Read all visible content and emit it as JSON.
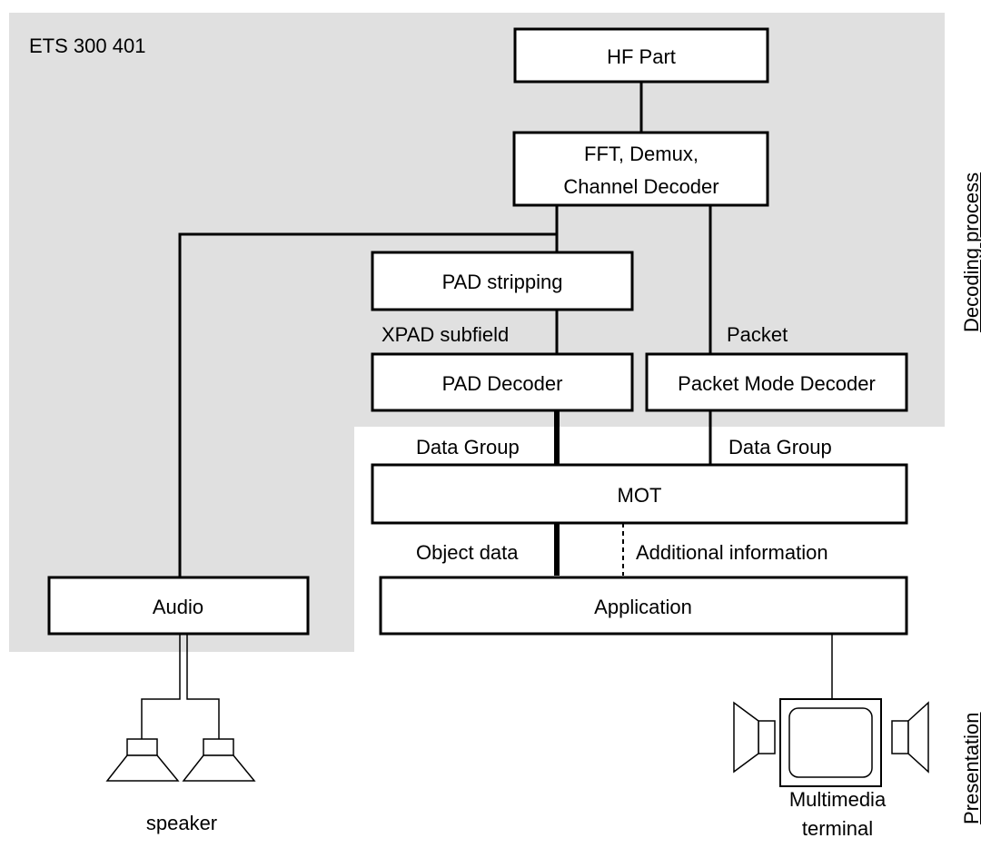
{
  "colors": {
    "region_fill": "#e0e0e0",
    "line": "#000000",
    "box_fill": "#ffffff"
  },
  "region": {
    "label": "ETS 300 401"
  },
  "side_labels": {
    "decoding": "Decoding process",
    "presentation": "Presentation"
  },
  "boxes": {
    "hf_part": "HF Part",
    "fft_line1": "FFT, Demux,",
    "fft_line2": "Channel Decoder",
    "pad_stripping": "PAD stripping",
    "pad_decoder": "PAD Decoder",
    "packet_mode_decoder": "Packet Mode Decoder",
    "mot": "MOT",
    "application": "Application",
    "audio": "Audio"
  },
  "edge_labels": {
    "xpad_subfield": "XPAD subfield",
    "packet": "Packet",
    "data_group_left": "Data Group",
    "data_group_right": "Data Group",
    "object_data": "Object data",
    "additional_information": "Additional information"
  },
  "devices": {
    "speaker": "speaker",
    "terminal_line1": "Multimedia",
    "terminal_line2": "terminal",
    "icons": [
      "speaker-icon",
      "multimedia-terminal-icon"
    ]
  }
}
